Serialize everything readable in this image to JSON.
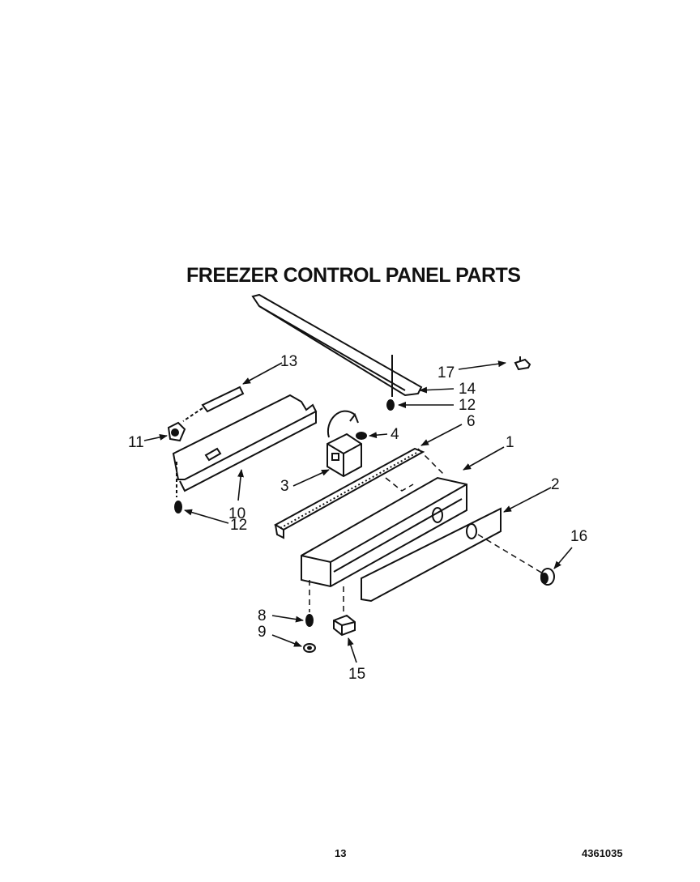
{
  "title": "FREEZER CONTROL PANEL PARTS",
  "page_number": "13",
  "document_number": "4361035",
  "callouts": [
    "1",
    "2",
    "3",
    "4",
    "6",
    "8",
    "9",
    "10",
    "11",
    "12",
    "12",
    "13",
    "14",
    "15",
    "16",
    "17"
  ]
}
